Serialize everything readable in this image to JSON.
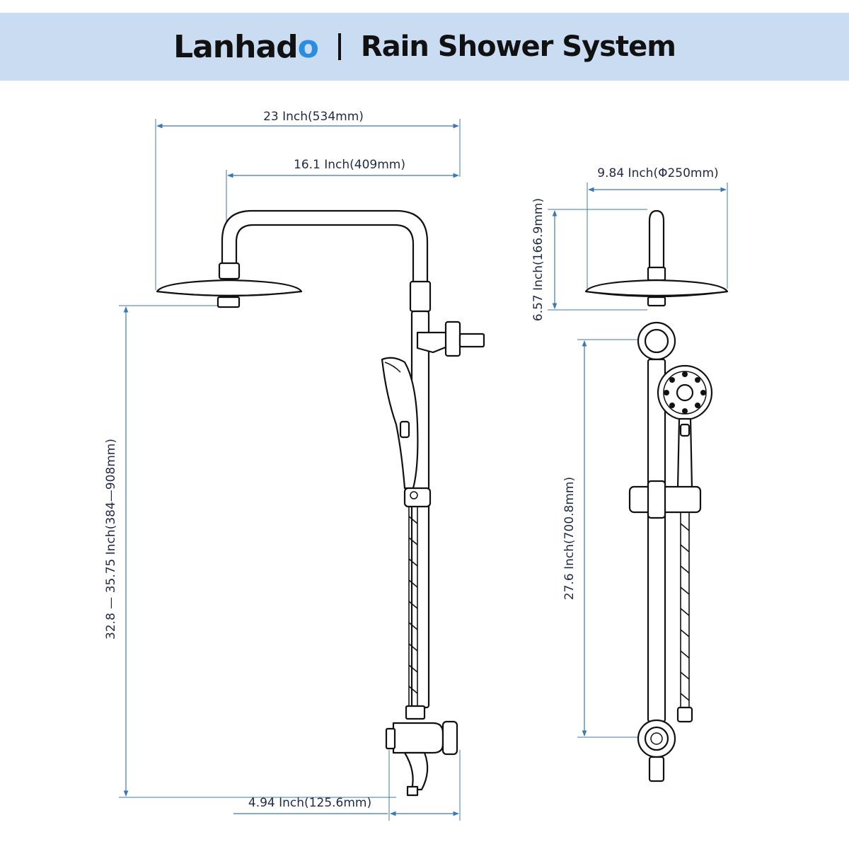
{
  "header": {
    "brand_main": "Lanhad",
    "brand_accent": "o",
    "product": "Rain Shower System"
  },
  "dimensions": {
    "total_width": "23 Inch(534mm)",
    "arm_length": "16.1 Inch(409mm)",
    "total_height": "32.8 — 35.75 Inch(384—908mm)",
    "outlet_offset": "4.94 Inch(125.6mm)",
    "head_diameter": "9.84 Inch(Φ250mm)",
    "head_height": "6.57 Inch(166.9mm)",
    "bar_length": "27.6 Inch(700.8mm)"
  },
  "colors": {
    "banner": "#c9dcf2",
    "accent": "#2a8de0",
    "dimension_line": "#3c78b4"
  }
}
